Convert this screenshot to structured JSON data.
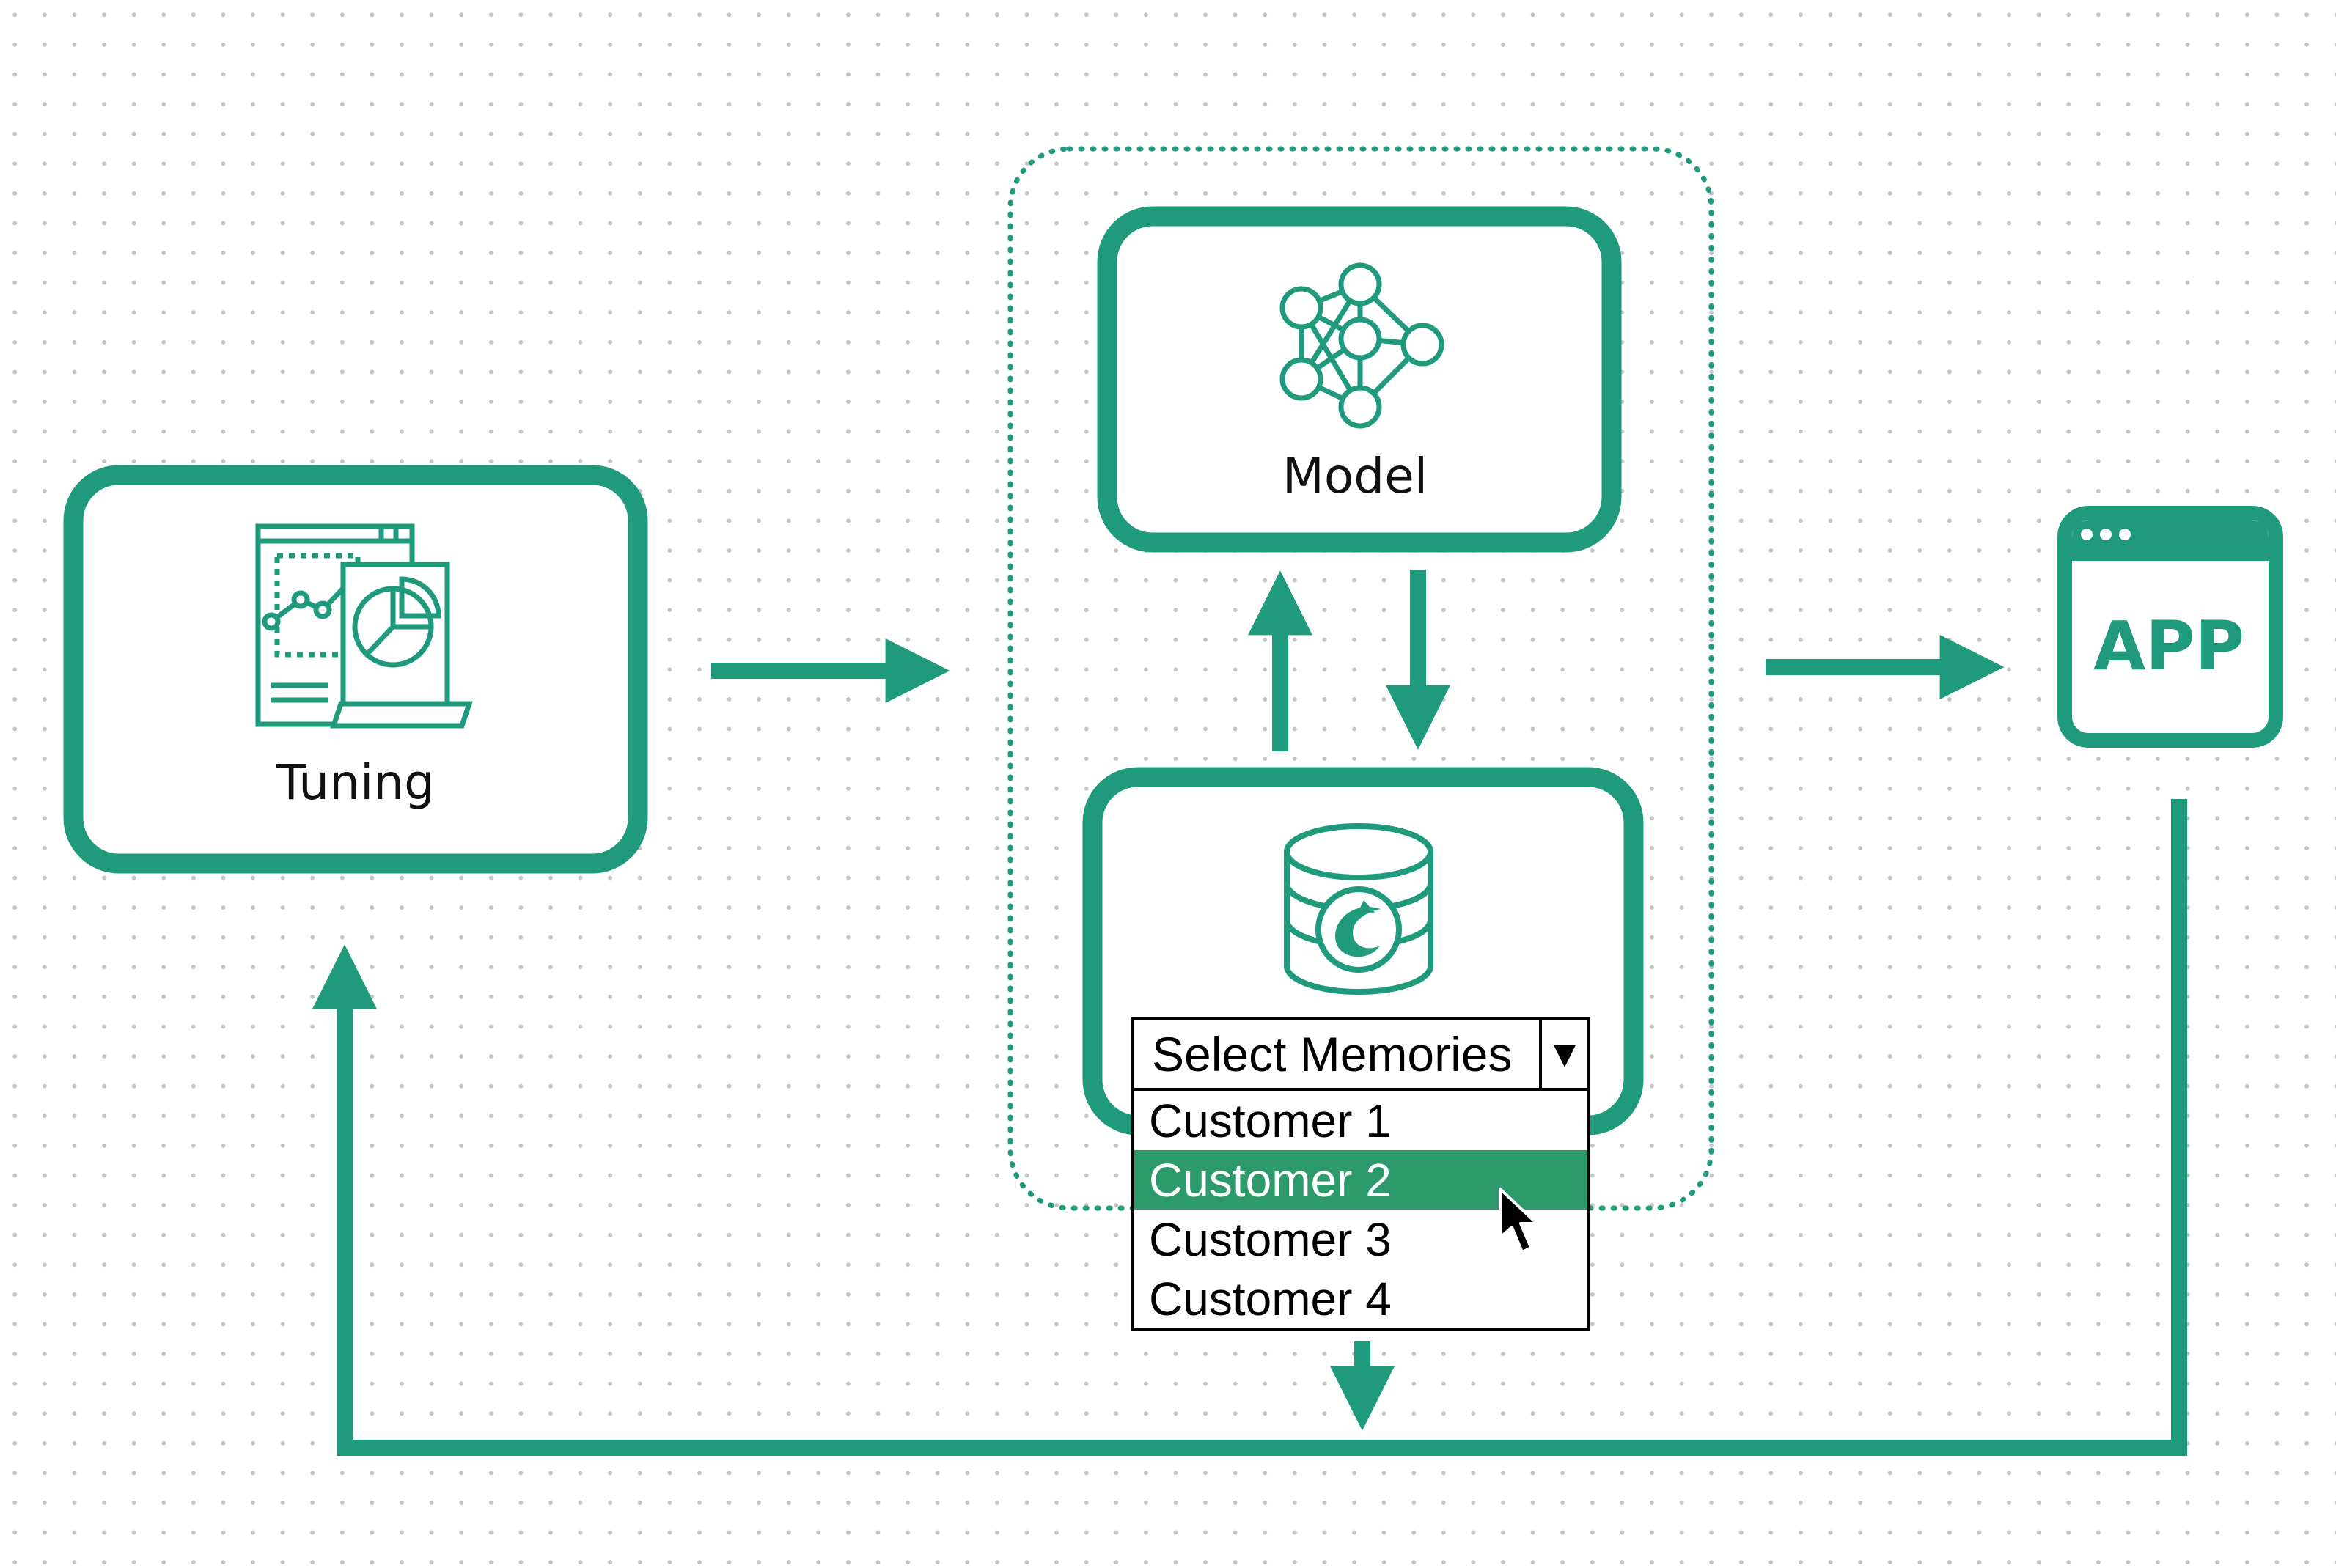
{
  "colors": {
    "accent": "#1f9a7d",
    "selected_row": "#2c9a6a",
    "dotted_grid": "#c4c4c4"
  },
  "nodes": {
    "tuning": {
      "label": "Tuning",
      "icon": "analytics-report-icon"
    },
    "model": {
      "label": "Model",
      "icon": "neural-network-icon"
    },
    "memory": {
      "label": "",
      "icon": "database-dolphin-icon"
    },
    "app": {
      "label": "APP",
      "icon": "app-window-icon"
    }
  },
  "dropdown": {
    "label": "Select Memories",
    "arrow": "▼",
    "options": [
      "Customer 1",
      "Customer 2",
      "Customer 3",
      "Customer 4"
    ],
    "selected_index": 1
  }
}
